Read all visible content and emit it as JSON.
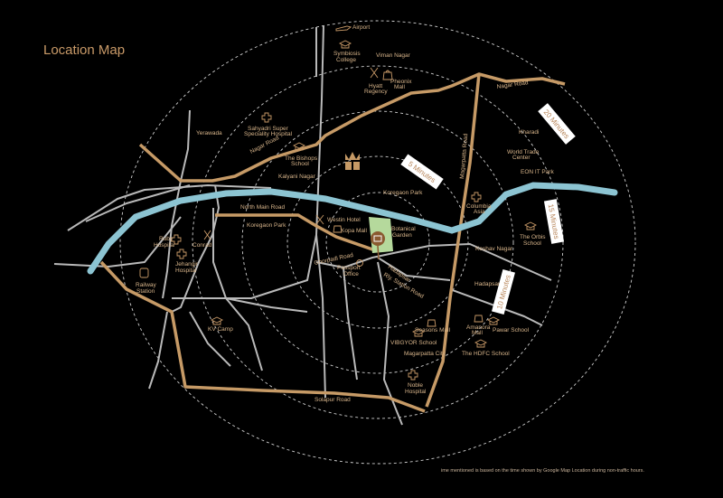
{
  "title": "Location Map",
  "footnote": "ime mentioned is based on the time shown by Google Map Location during non-traffic hours.",
  "colors": {
    "background": "#000000",
    "accent": "#c69a66",
    "river": "#8cc4d2",
    "road": "#b9b9b9",
    "project_site": "#b5d99c"
  },
  "time_rings": {
    "r5": "5 Minutes",
    "r10": "10 Minutes",
    "r15": "15 Minutes",
    "r20": "20 Minutes"
  },
  "roads": {
    "nagar_road_1": "Nagar Road",
    "nagar_road_2": "Nagar Road",
    "magarpatta_road": "Magarpatta Road",
    "north_main_road": "North Main Road",
    "ghorpadi_road": "Ghorpadi Road",
    "hadapsar_rly_1": "Hadapsar",
    "hadapsar_rly_2": "Rly. Station Road",
    "solapur_road": "Solapur Road"
  },
  "places": {
    "airport": "Airport",
    "symbiosis_1": "Symbiosis",
    "symbiosis_2": "College",
    "viman_nagar": "Viman Nagar",
    "hyatt_1": "Hyatt",
    "hyatt_2": "Regency",
    "phoenix_1": "Pheonix",
    "phoenix_2": "Mall",
    "yerawada": "Yerawada",
    "sahyadri_1": "Sahyadri Super",
    "sahyadri_2": "Speciality Hospital",
    "bishops_1": "The Bishops",
    "bishops_2": "School",
    "kalyani_nagar": "Kalyani Nagar",
    "koregaon_park_e": "Koregaon Park",
    "kharadi": "Kharadi",
    "wtc_1": "World Trade",
    "wtc_2": "Center",
    "eon": "EON IT Park",
    "columbia_1": "Columbia",
    "columbia_2": "Asia",
    "orbis_1": "The Orbis",
    "orbis_2": "School",
    "keshav_nagar": "Keshav Nagar",
    "koregaon_park_w": "Koregaon Park",
    "westin": "Westin Hotel",
    "kopa_mall": "Kopa Mall",
    "botanical_1": "Botanical",
    "botanical_2": "Garden",
    "ruby_1": "Ruby",
    "ruby_2": "Hospital",
    "conrad": "Conrad",
    "jehangir_1": "Jehangir",
    "jehangir_2": "Hospital",
    "railway_1": "Railway",
    "railway_2": "Station",
    "passport_1": "Passport",
    "passport_2": "Office",
    "kv_camp": "KV Camp",
    "hadapsar": "Hadapsar",
    "seasons_mall": "Seasons Mall",
    "vibgyor": "VIBGYOR School",
    "magarpatta_city": "Magarpatta City",
    "amanora_1": "Amanora",
    "amanora_2": "Mall",
    "pawar": "Pawar School",
    "hdfc": "The HDFC School",
    "noble_1": "Noble",
    "noble_2": "Hospital"
  }
}
